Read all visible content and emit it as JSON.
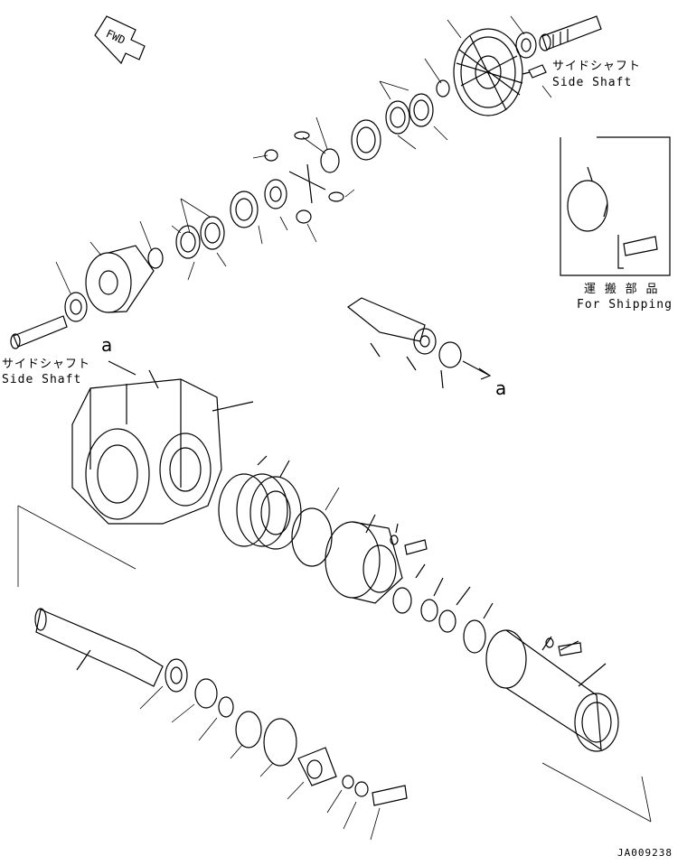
{
  "fwd_label": "FWD",
  "side_shaft_top": {
    "ja": "サイドシャフト",
    "en": "Side Shaft"
  },
  "side_shaft_left": {
    "ja": "サイドシャフト",
    "en": "Side Shaft"
  },
  "shipping": {
    "ja": "運 搬 部 品",
    "en": "For Shipping"
  },
  "view_ref_1": "a",
  "view_ref_2": "a",
  "drawing_code": "JA009238"
}
